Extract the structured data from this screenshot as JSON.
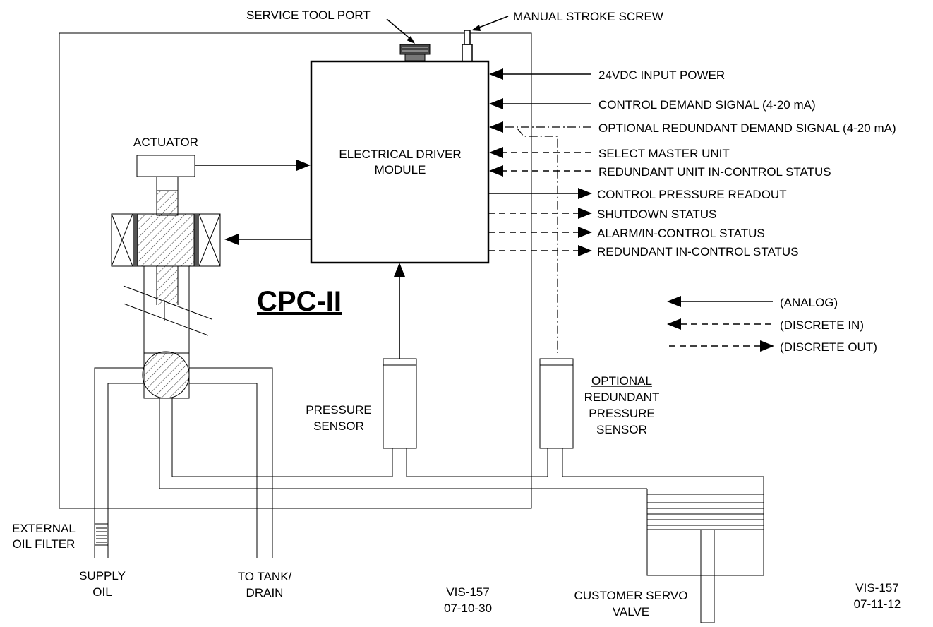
{
  "labels": {
    "service_tool_port": "SERVICE TOOL PORT",
    "manual_stroke_screw": "MANUAL STROKE SCREW",
    "actuator": "ACTUATOR",
    "edm_line1": "ELECTRICAL DRIVER",
    "edm_line2": "MODULE",
    "title": "CPC-II",
    "pressure_sensor_line1": "PRESSURE",
    "pressure_sensor_line2": "SENSOR",
    "optional_line1": "OPTIONAL",
    "optional_line2": "REDUNDANT",
    "optional_line3": "PRESSURE",
    "optional_line4": "SENSOR",
    "external_filter_line1": "EXTERNAL",
    "external_filter_line2": "OIL FILTER",
    "supply_line1": "SUPPLY",
    "supply_line2": "OIL",
    "tank_line1": "TO TANK/",
    "tank_line2": "DRAIN",
    "vis_left_line1": "VIS-157",
    "vis_left_line2": "07-10-30",
    "servo_line1": "CUSTOMER SERVO",
    "servo_line2": "VALVE",
    "vis_right_line1": "VIS-157",
    "vis_right_line2": "07-11-12"
  },
  "signals": [
    "24VDC INPUT POWER",
    "CONTROL DEMAND SIGNAL (4-20 mA)",
    "OPTIONAL REDUNDANT DEMAND SIGNAL (4-20 mA)",
    "SELECT MASTER UNIT",
    "REDUNDANT UNIT IN-CONTROL STATUS",
    "CONTROL PRESSURE READOUT",
    "SHUTDOWN STATUS",
    "ALARM/IN-CONTROL STATUS",
    "REDUNDANT IN-CONTROL STATUS"
  ],
  "legend": {
    "analog": "(ANALOG)",
    "discrete_in": "(DISCRETE IN)",
    "discrete_out": "(DISCRETE OUT)"
  }
}
